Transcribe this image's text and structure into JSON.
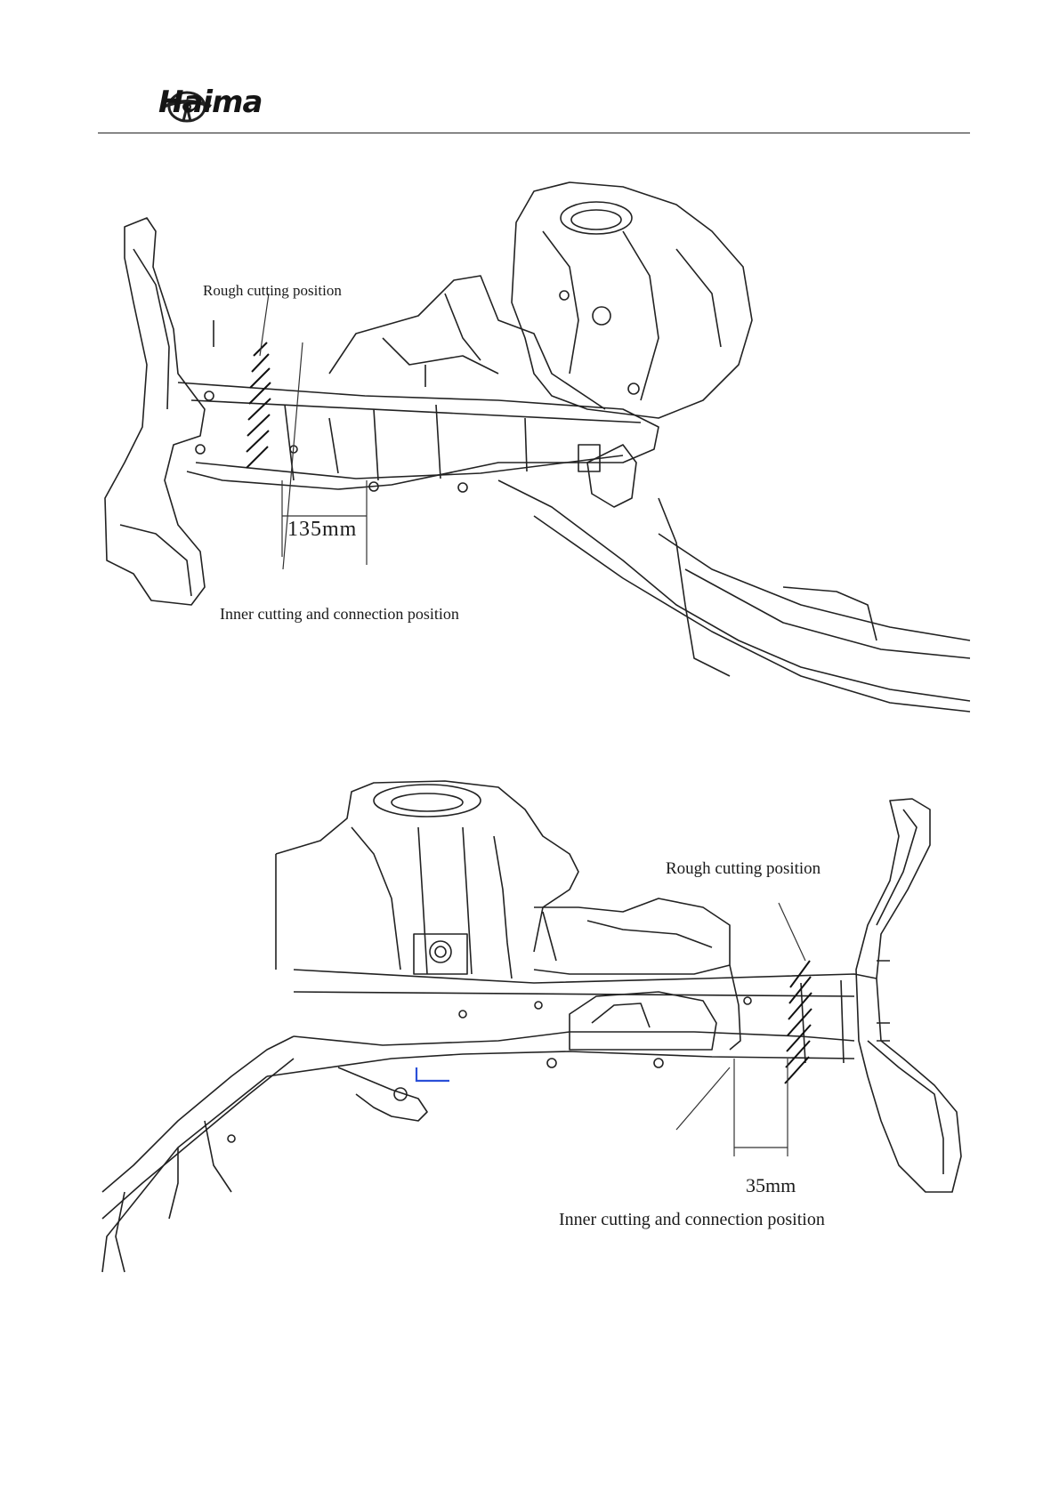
{
  "header": {
    "brand": "Haima"
  },
  "figure_top": {
    "rough_cut_label": "Rough cutting position",
    "dimension_label": "135mm",
    "inner_cut_label": "Inner cutting and connection position"
  },
  "figure_bottom": {
    "rough_cut_label": "Rough cutting position",
    "dimension_label": "35mm",
    "inner_cut_label": "Inner cutting and connection position"
  },
  "colors": {
    "line": "#222222",
    "accent": "#2a4fd8"
  }
}
